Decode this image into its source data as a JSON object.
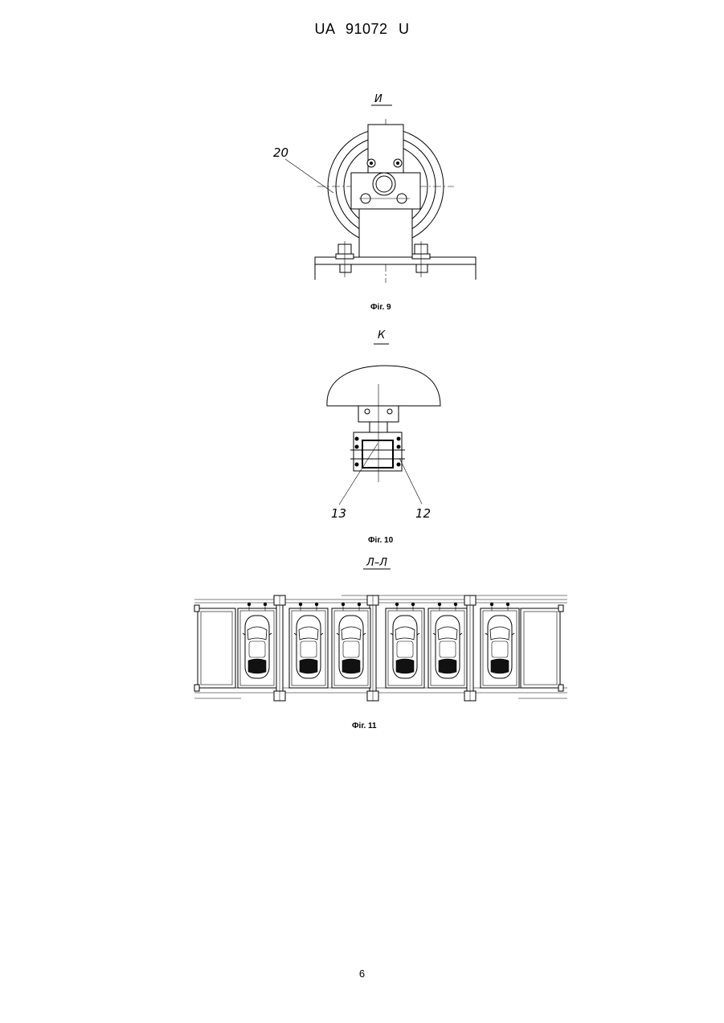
{
  "header": {
    "doc_id": "UA   91072   U"
  },
  "figures": [
    {
      "view_label": "И",
      "caption": "Фіг. 9",
      "callouts": [
        "20"
      ]
    },
    {
      "view_label": "К",
      "caption": "Фіг. 10",
      "callouts": [
        "13",
        "12"
      ]
    },
    {
      "view_label": "Л–Л",
      "caption": "Фіг. 11",
      "callouts": []
    }
  ],
  "page": {
    "number": "6"
  }
}
